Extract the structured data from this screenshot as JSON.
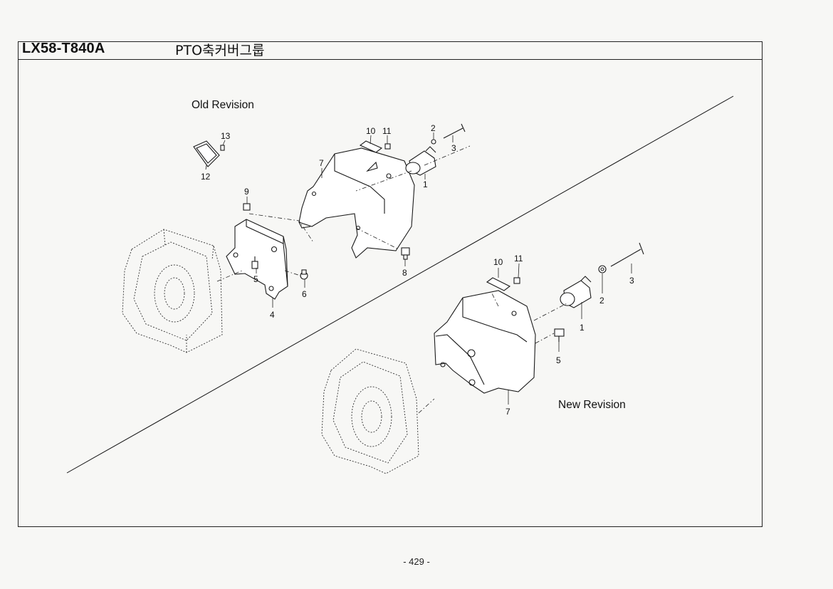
{
  "header": {
    "model_code": "LX58-T840A",
    "group_title": "PTO축커버그룹"
  },
  "footer": {
    "page_number": "- 429 -"
  },
  "diagram": {
    "old_revision": {
      "label": "Old Revision",
      "callouts": [
        "13",
        "12",
        "10",
        "11",
        "2",
        "3",
        "7",
        "1",
        "9",
        "5",
        "6",
        "4",
        "8"
      ]
    },
    "new_revision": {
      "label": "New Revision",
      "callouts": [
        "10",
        "11",
        "3",
        "2",
        "1",
        "5",
        "7"
      ]
    }
  }
}
